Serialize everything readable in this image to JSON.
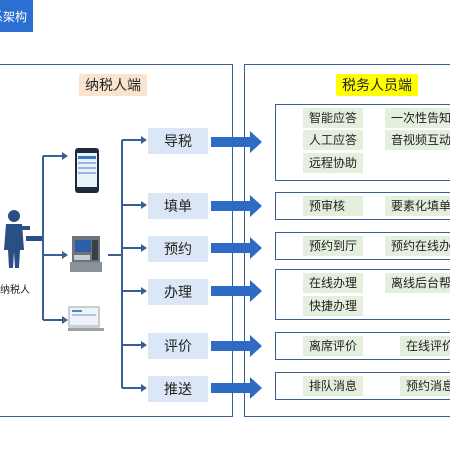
{
  "title_button": {
    "label": "体系架构"
  },
  "left_panel": {
    "label": "纳税人端",
    "person_label": "纳税人"
  },
  "right_panel": {
    "label": "税务人员端"
  },
  "stages": [
    {
      "label": "导税"
    },
    {
      "label": "填单"
    },
    {
      "label": "预约"
    },
    {
      "label": "办理"
    },
    {
      "label": "评价"
    },
    {
      "label": "推送"
    }
  ],
  "groups": [
    {
      "items": [
        "智能应答",
        "一次性告知",
        "人工应答",
        "音视频互动",
        "远程协助"
      ]
    },
    {
      "items": [
        "预审核",
        "要素化填单"
      ]
    },
    {
      "items": [
        "预约到厅",
        "预约在线办理"
      ]
    },
    {
      "items": [
        "在线办理",
        "离线后台帮办",
        "快捷办理"
      ]
    },
    {
      "items": [
        "离席评价",
        "在线评价"
      ]
    },
    {
      "items": [
        "排队消息",
        "预约消息"
      ]
    }
  ],
  "colors": {
    "accent": "#2b6fd0",
    "line": "#3a5f94",
    "arrow": "#2f6bc4",
    "pill": "#e4efde",
    "stage": "#dbe7f6"
  },
  "icons": [
    "person-silhouette-icon",
    "smartphone-icon",
    "kiosk-icon",
    "desktop-computer-icon"
  ]
}
